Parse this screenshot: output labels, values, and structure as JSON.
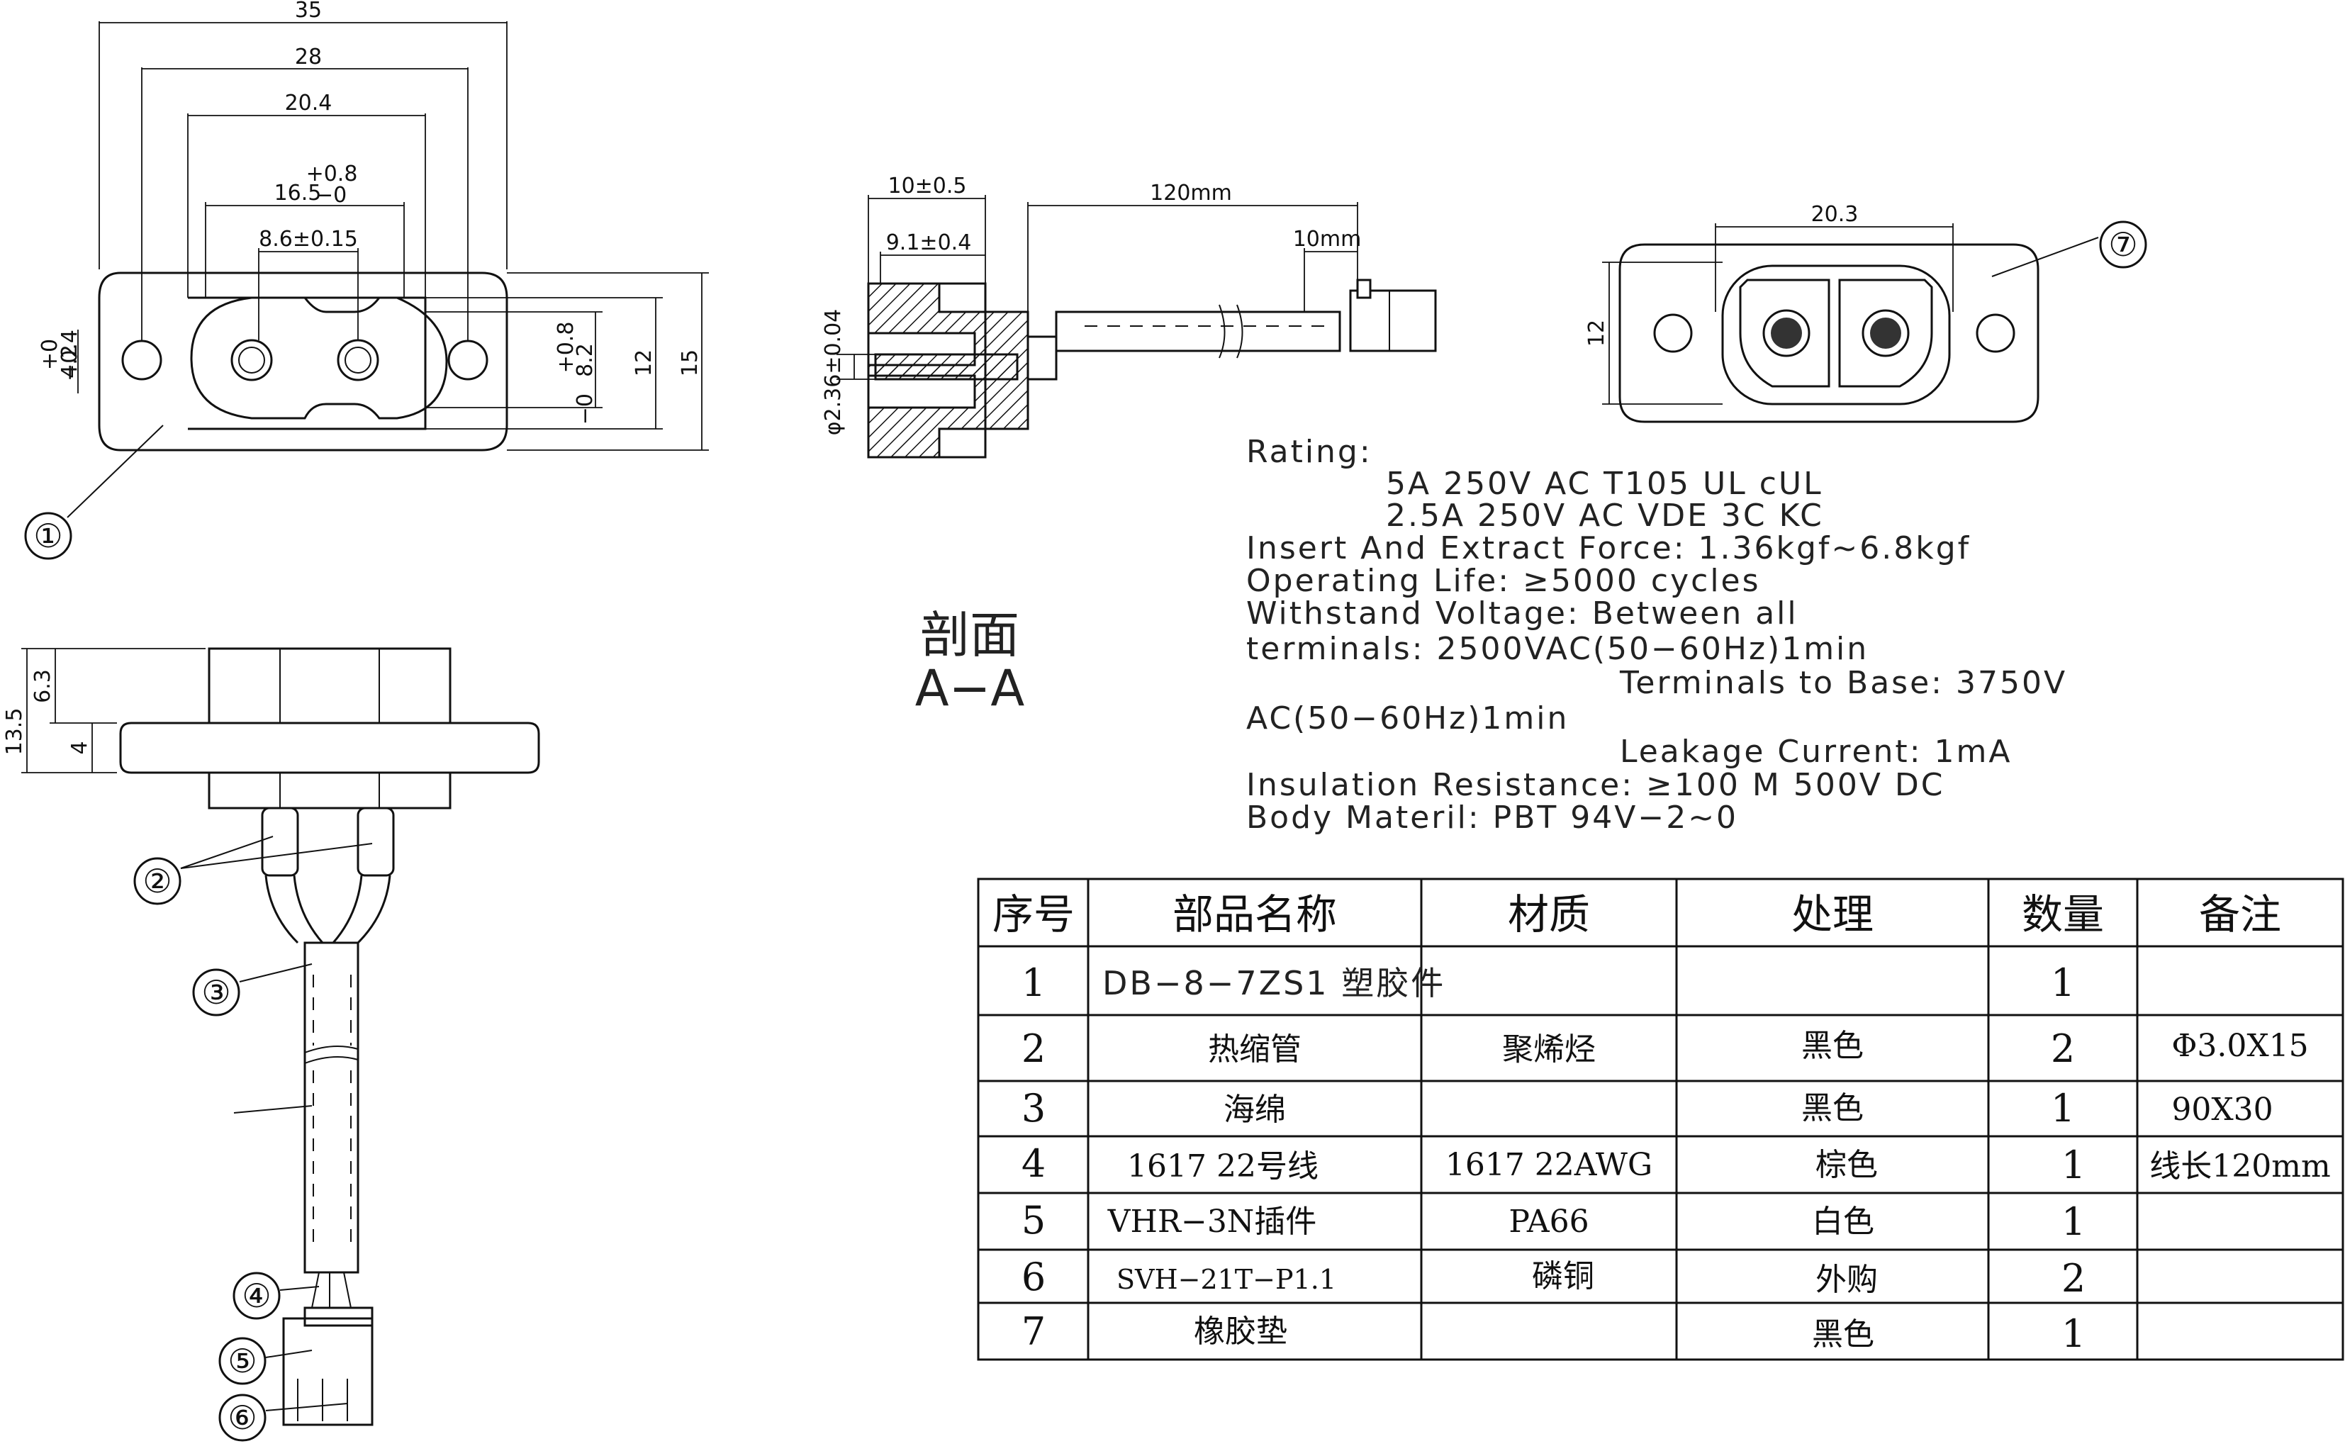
{
  "front_view": {
    "dims": {
      "overall_width": "35",
      "mount_hole_spacing": "28",
      "body_width": "20.4",
      "cavity_width": "16.5",
      "cavity_tol_plus": "+0.8",
      "cavity_tol_minus": "−0",
      "pin_spacing": "8.6±0.15",
      "left_height": "4.2",
      "left_tol_plus": "+0",
      "left_tol_minus": "−0.4",
      "cavity_height": "8.2",
      "cavity_h_tol_plus": "+0.8",
      "cavity_h_tol_minus": "−0",
      "body_height": "12",
      "overall_height": "15"
    },
    "balloon": "①"
  },
  "section_view": {
    "dims": {
      "flange": "10±0.5",
      "body": "9.1±0.4",
      "wire_length": "120mm",
      "strip": "10mm",
      "hole_dia": "φ2.36±0.04"
    },
    "title": "剖面",
    "subtitle": "A−A"
  },
  "rear_view": {
    "dims": {
      "pin_span": "20.3",
      "height": "12"
    },
    "balloon": "⑦"
  },
  "side_view": {
    "dims": {
      "total_height": "13.5",
      "upper": "6.3",
      "flange": "4"
    },
    "balloons": [
      "②",
      "③",
      "④",
      "⑤",
      "⑥"
    ]
  },
  "specs": [
    "Rating:",
    "5A  250V  AC  T105  UL  cUL",
    "2.5A  250V  AC  VDE  3C  KC",
    "Insert  And  Extract  Force:   1.36kgf~6.8kgf",
    "Operating  Life:    ≥5000  cycles",
    "Withstand  Voltage:  Between  all",
    "terminals: 2500VAC(50−60Hz)1min",
    "Terminals  to  Base: 3750V",
    "AC(50−60Hz)1min",
    "Leakage  Current: 1mA",
    "Insulation  Resistance: ≥100   M    500V  DC",
    "Body  Materil:     PBT     94V−2~0"
  ],
  "bom": {
    "headers": [
      "序号",
      "部品名称",
      "材质",
      "处理",
      "数量",
      "备注"
    ],
    "rows": [
      [
        "1",
        "DB−8−7ZS1  塑胶件",
        "",
        "",
        "1",
        ""
      ],
      [
        "2",
        "热缩管",
        "聚烯烃",
        "黑色",
        "2",
        "Φ3.0X15"
      ],
      [
        "3",
        "海绵",
        "",
        "黑色",
        "1",
        "90X30"
      ],
      [
        "4",
        "1617  22号线",
        "1617  22AWG",
        "棕色",
        "1",
        "线长120mm"
      ],
      [
        "5",
        "VHR−3N插件",
        "PA66",
        "白色",
        "1",
        ""
      ],
      [
        "6",
        "SVH−21T−P1.1",
        "磷铜",
        "外购",
        "2",
        ""
      ],
      [
        "7",
        "橡胶垫",
        "",
        "黑色",
        "1",
        ""
      ]
    ]
  }
}
